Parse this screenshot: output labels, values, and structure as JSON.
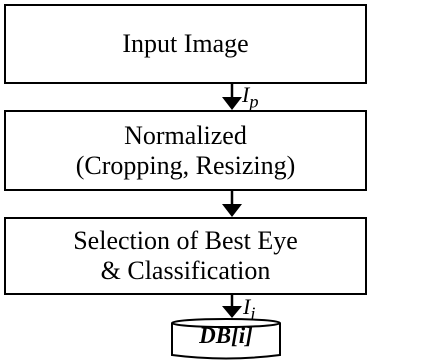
{
  "diagram": {
    "boxes": [
      {
        "label": "Input Image"
      },
      {
        "label": "Normalized\n(Cropping, Resizing)"
      },
      {
        "label": "Selection of Best Eye\n& Classification"
      }
    ],
    "arrows": [
      {
        "label_main": "I",
        "label_sub": "p"
      },
      {
        "label_main": "",
        "label_sub": ""
      },
      {
        "label_main": "I",
        "label_sub": "i"
      }
    ],
    "database": {
      "label": "DB[i]"
    },
    "colors": {
      "stroke": "#000000",
      "fill": "#ffffff",
      "text": "#000000"
    }
  }
}
